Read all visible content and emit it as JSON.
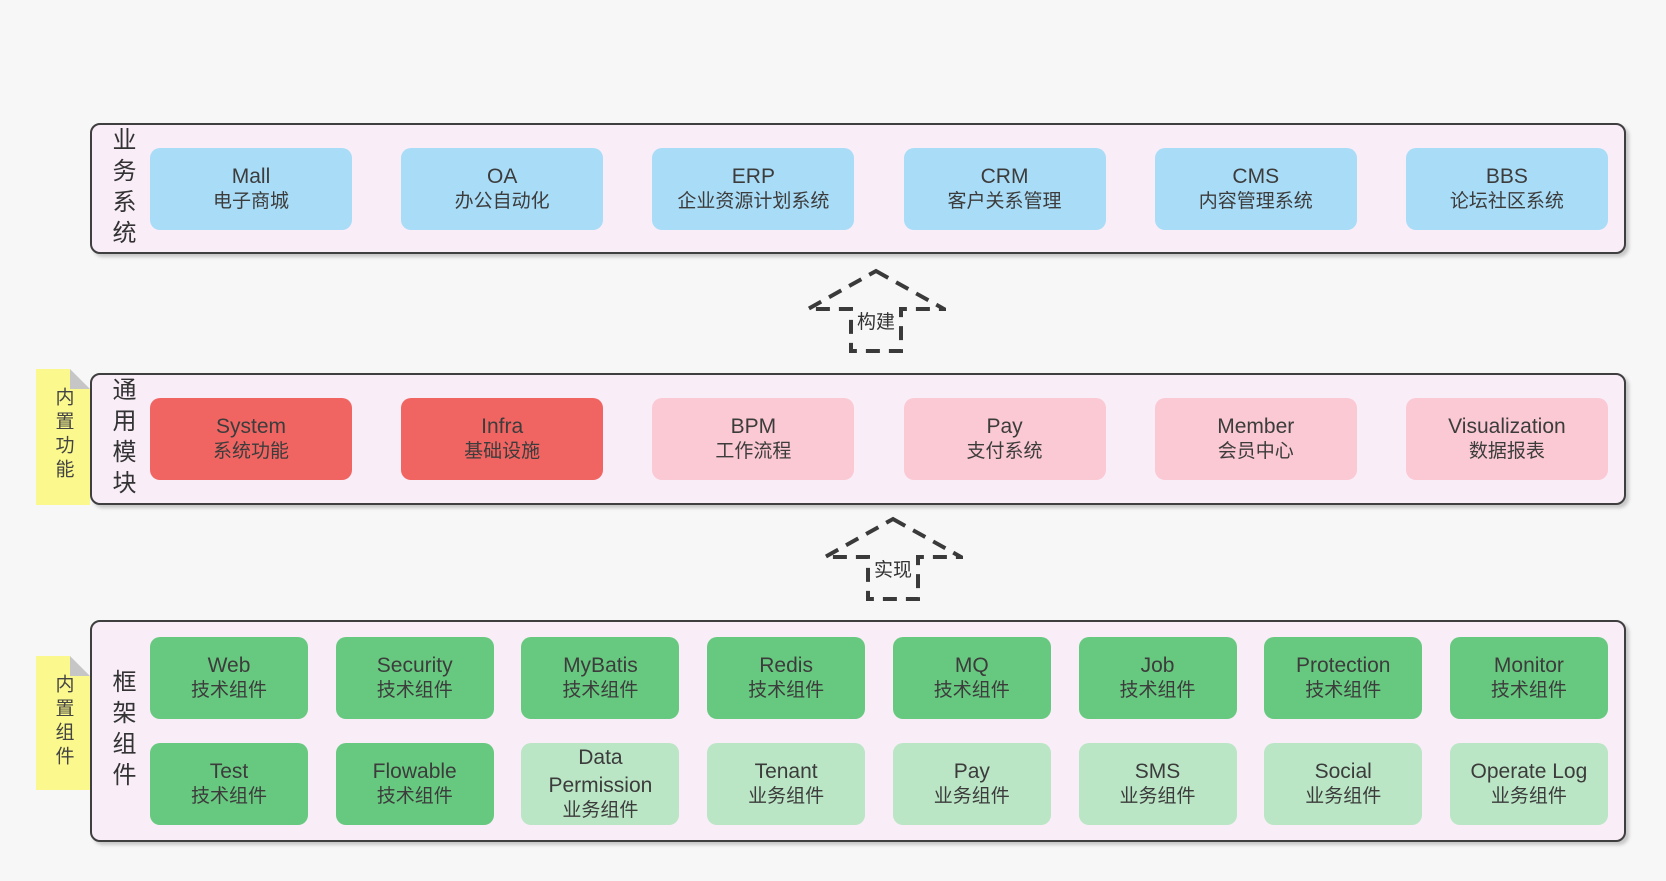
{
  "diagram": {
    "layers": [
      {
        "side_label": "业务系统",
        "boxes": [
          {
            "title": "Mall",
            "subtitle": "电子商城"
          },
          {
            "title": "OA",
            "subtitle": "办公自动化"
          },
          {
            "title": "ERP",
            "subtitle": "企业资源计划系统"
          },
          {
            "title": "CRM",
            "subtitle": "客户关系管理"
          },
          {
            "title": "CMS",
            "subtitle": "内容管理系统"
          },
          {
            "title": "BBS",
            "subtitle": "论坛社区系统"
          }
        ]
      },
      {
        "sticky_note": "内置功能",
        "side_label": "通用模块",
        "boxes": [
          {
            "title": "System",
            "subtitle": "系统功能"
          },
          {
            "title": "Infra",
            "subtitle": "基础设施"
          },
          {
            "title": "BPM",
            "subtitle": "工作流程"
          },
          {
            "title": "Pay",
            "subtitle": "支付系统"
          },
          {
            "title": "Member",
            "subtitle": "会员中心"
          },
          {
            "title": "Visualization",
            "subtitle": "数据报表"
          }
        ]
      },
      {
        "sticky_note": "内置组件",
        "side_label": "框架组件",
        "rows": [
          [
            {
              "title": "Web",
              "subtitle": "技术组件"
            },
            {
              "title": "Security",
              "subtitle": "技术组件"
            },
            {
              "title": "MyBatis",
              "subtitle": "技术组件"
            },
            {
              "title": "Redis",
              "subtitle": "技术组件"
            },
            {
              "title": "MQ",
              "subtitle": "技术组件"
            },
            {
              "title": "Job",
              "subtitle": "技术组件"
            },
            {
              "title": "Protection",
              "subtitle": "技术组件"
            },
            {
              "title": "Monitor",
              "subtitle": "技术组件"
            }
          ],
          [
            {
              "title": "Test",
              "subtitle": "技术组件"
            },
            {
              "title": "Flowable",
              "subtitle": "技术组件"
            },
            {
              "title": "Data Permission",
              "subtitle": "业务组件"
            },
            {
              "title": "Tenant",
              "subtitle": "业务组件"
            },
            {
              "title": "Pay",
              "subtitle": "业务组件"
            },
            {
              "title": "SMS",
              "subtitle": "业务组件"
            },
            {
              "title": "Social",
              "subtitle": "业务组件"
            },
            {
              "title": "Operate Log",
              "subtitle": "业务组件"
            }
          ]
        ]
      }
    ],
    "arrows": [
      {
        "label": "构建"
      },
      {
        "label": "实现"
      }
    ],
    "colors": {
      "business_box": "#a9dcf7",
      "core_module_box": "#f06562",
      "optional_module_box": "#fbc9d3",
      "tech_component_box": "#67c97f",
      "biz_component_box": "#bae6c5",
      "sticky_note": "#fbf98d",
      "layer_background": "#f9eef8",
      "layer_border": "#3f3f3f",
      "page_background": "#f7f7f7"
    }
  }
}
